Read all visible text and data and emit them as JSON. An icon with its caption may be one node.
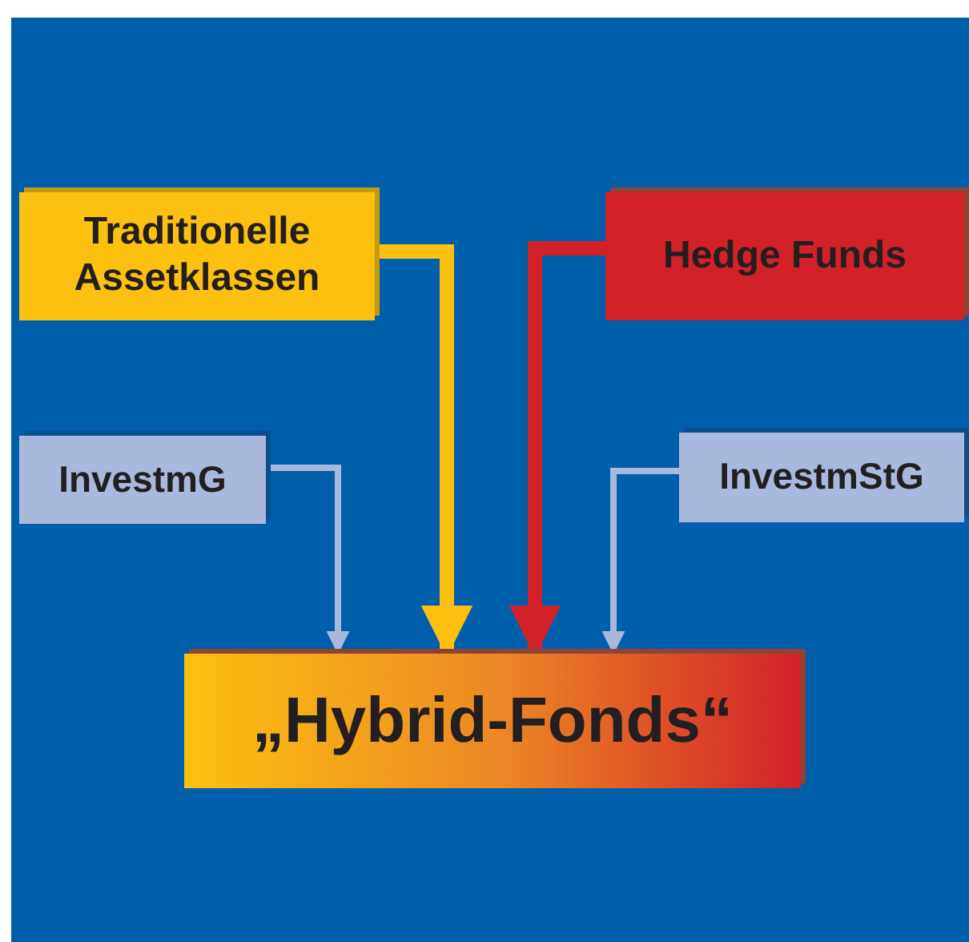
{
  "diagram": {
    "nodes": [
      {
        "text": [
          "Traditionelle Assetklassen"
        ]
      },
      {
        "text": [
          "Hedge Funds"
        ]
      },
      {
        "text": [
          "InvestmG"
        ]
      },
      {
        "text": [
          "InvestmStG"
        ]
      },
      {
        "text": [
          "„Hybrid-Fonds“"
        ]
      }
    ],
    "edges": [
      {
        "from": 2,
        "to": 4,
        "arrow": "to",
        "color": "#a9b9dd"
      },
      {
        "from": 0,
        "to": 4,
        "arrow": "to",
        "style": "thick",
        "color": "#fcc010"
      },
      {
        "from": 1,
        "to": 4,
        "arrow": "to",
        "style": "thick",
        "color": "#d22128"
      },
      {
        "from": 3,
        "to": 4,
        "arrow": "to",
        "color": "#a9b9dd"
      }
    ]
  }
}
